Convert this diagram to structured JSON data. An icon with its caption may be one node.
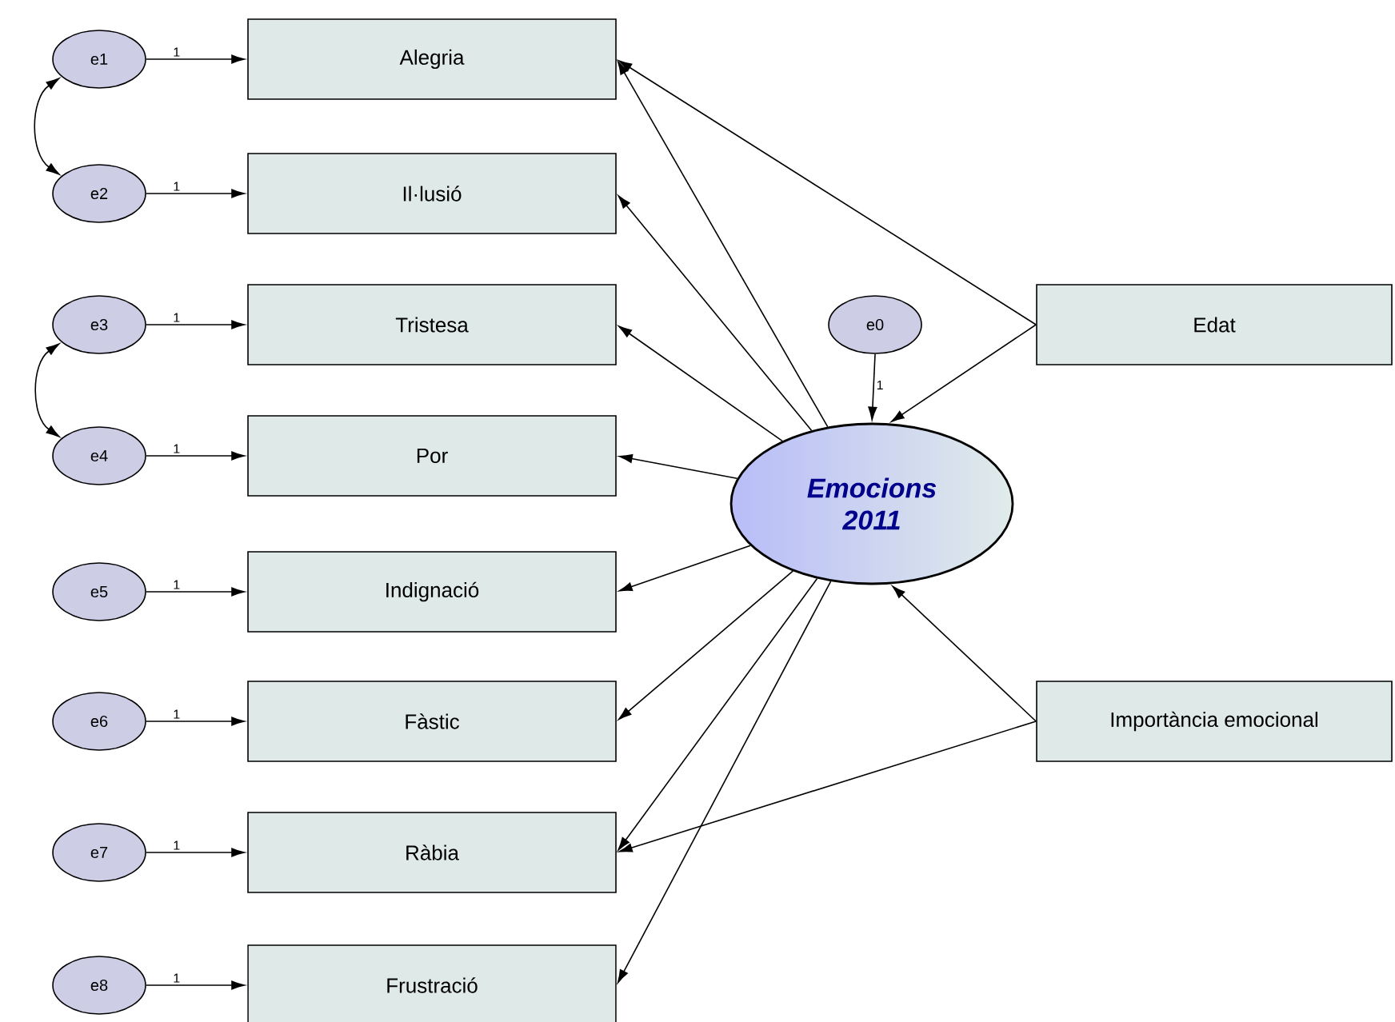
{
  "diagram": {
    "nodes": [
      {
        "text": [
          "e1"
        ]
      },
      {
        "text": [
          "Alegria"
        ]
      },
      {
        "text": [
          "e2"
        ]
      },
      {
        "text": [
          "Il·lusió"
        ]
      },
      {
        "text": [
          "e3"
        ]
      },
      {
        "text": [
          "Tristesa"
        ]
      },
      {
        "text": [
          "e0"
        ]
      },
      {
        "text": [
          "Edat"
        ]
      },
      {
        "text": [
          "e4"
        ]
      },
      {
        "text": [
          "Por"
        ]
      },
      {
        "text": [
          "Emocions 2011"
        ]
      },
      {
        "text": [
          "e5"
        ]
      },
      {
        "text": [
          "Indignació"
        ]
      },
      {
        "text": [
          "e6"
        ]
      },
      {
        "text": [
          "Fàstic"
        ]
      },
      {
        "text": [
          "Importància emocional"
        ]
      },
      {
        "text": [
          "e7"
        ]
      },
      {
        "text": [
          "Ràbia"
        ]
      },
      {
        "text": [
          "e8"
        ]
      },
      {
        "text": [
          "Frustració"
        ]
      }
    ],
    "edges": [
      {
        "from": 0,
        "to": 1,
        "arrow": "to",
        "label": "1"
      },
      {
        "from": 2,
        "to": 3,
        "arrow": "to",
        "label": "1"
      },
      {
        "from": 4,
        "to": 5,
        "arrow": "to",
        "label": "1"
      },
      {
        "from": 8,
        "to": 9,
        "arrow": "to",
        "label": "1"
      },
      {
        "from": 11,
        "to": 12,
        "arrow": "to",
        "label": "1"
      },
      {
        "from": 13,
        "to": 14,
        "arrow": "to",
        "label": "1"
      },
      {
        "from": 16,
        "to": 17,
        "arrow": "to",
        "label": "1"
      },
      {
        "from": 18,
        "to": 19,
        "arrow": "to",
        "label": "1"
      },
      {
        "from": 0,
        "to": 2,
        "arrow": "both"
      },
      {
        "from": 4,
        "to": 8,
        "arrow": "both"
      },
      {
        "from": 6,
        "to": 10,
        "arrow": "to",
        "label": "1"
      },
      {
        "from": 10,
        "to": 1,
        "arrow": "to"
      },
      {
        "from": 10,
        "to": 3,
        "arrow": "to"
      },
      {
        "from": 10,
        "to": 5,
        "arrow": "to"
      },
      {
        "from": 10,
        "to": 9,
        "arrow": "to"
      },
      {
        "from": 10,
        "to": 12,
        "arrow": "to"
      },
      {
        "from": 10,
        "to": 14,
        "arrow": "to"
      },
      {
        "from": 10,
        "to": 17,
        "arrow": "to"
      },
      {
        "from": 10,
        "to": 19,
        "arrow": "to"
      },
      {
        "from": 7,
        "to": 1,
        "arrow": "to"
      },
      {
        "from": 7,
        "to": 10,
        "arrow": "to"
      },
      {
        "from": 15,
        "to": 10,
        "arrow": "to"
      },
      {
        "from": 15,
        "to": 17,
        "arrow": "to"
      }
    ]
  }
}
